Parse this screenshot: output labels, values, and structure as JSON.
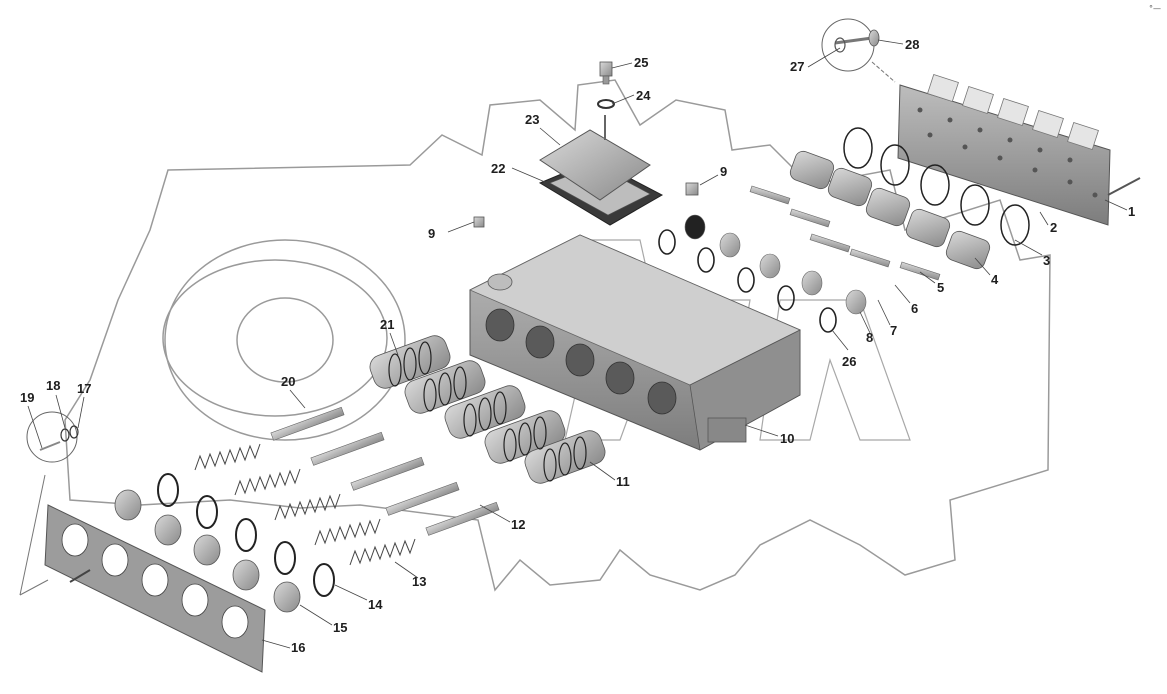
{
  "diagram": {
    "corner_mark": "°—",
    "labels": [
      "1",
      "2",
      "3",
      "4",
      "5",
      "6",
      "7",
      "8",
      "9",
      "9",
      "10",
      "11",
      "12",
      "13",
      "14",
      "15",
      "16",
      "17",
      "18",
      "19",
      "20",
      "21",
      "22",
      "23",
      "24",
      "25",
      "26",
      "27",
      "28"
    ]
  }
}
